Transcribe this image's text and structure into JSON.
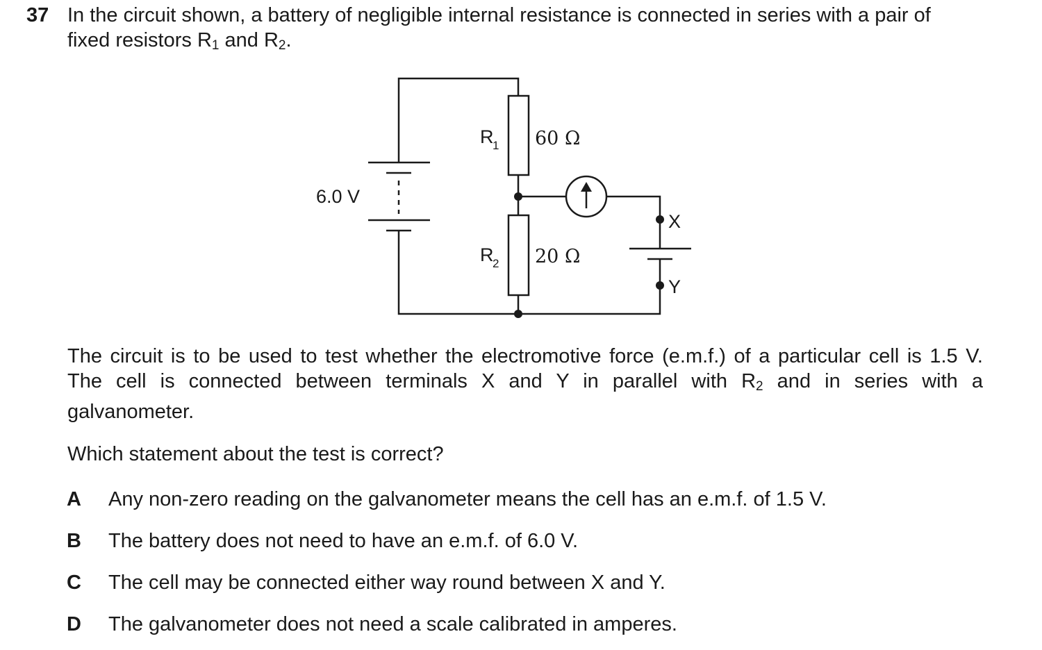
{
  "question": {
    "number": "37",
    "stem_line1": "In the circuit shown, a battery of negligible internal resistance is connected in series with a pair of",
    "stem_line2_a": "fixed resistors R",
    "stem_line2_sub1": "1",
    "stem_line2_b": " and R",
    "stem_line2_sub2": "2",
    "stem_line2_c": "."
  },
  "circuit": {
    "battery_label": "6.0 V",
    "r1_label": "R",
    "r1_sub": "1",
    "r1_value": "60 Ω",
    "r2_label": "R",
    "r2_sub": "2",
    "r2_value": "20 Ω",
    "terminal_x": "X",
    "terminal_y": "Y"
  },
  "paragraph": {
    "line1": "The circuit is to be used to test whether the electromotive force (e.m.f.) of a particular cell is 1.5 V.",
    "line2_a": "The cell is connected between terminals X and Y in parallel with R",
    "line2_sub": "2",
    "line2_b": " and in series with a",
    "line3": "galvanometer."
  },
  "prompt": "Which statement about the test is correct?",
  "options": [
    {
      "letter": "A",
      "text": "Any non-zero reading on the galvanometer means the cell has an e.m.f. of 1.5 V."
    },
    {
      "letter": "B",
      "text": "The battery does not need to have an e.m.f. of 6.0 V."
    },
    {
      "letter": "C",
      "text": "The cell may be connected either way round between X and Y."
    },
    {
      "letter": "D",
      "text": "The galvanometer does not need a scale calibrated in amperes."
    }
  ]
}
